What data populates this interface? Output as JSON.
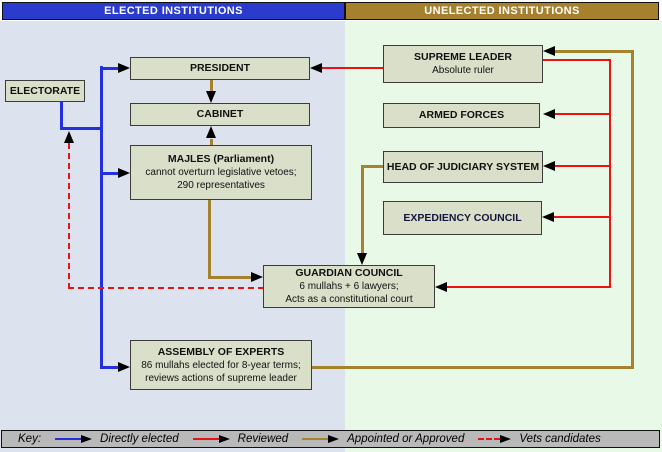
{
  "header": {
    "left": "ELECTED INSTITUTIONS",
    "right": "UNELECTED INSTITUTIONS"
  },
  "boxes": {
    "electorate": {
      "title": "ELECTORATE"
    },
    "president": {
      "title": "PRESIDENT"
    },
    "cabinet": {
      "title": "CABINET"
    },
    "majles": {
      "title": "MAJLES (Parliament)",
      "line1": "cannot overturn legislative vetoes;",
      "line2": "290 representatives"
    },
    "assembly": {
      "title": "ASSEMBLY OF EXPERTS",
      "line1": "86 mullahs elected for 8-year terms;",
      "line2": "reviews actions of supreme leader"
    },
    "guardian": {
      "title": "GUARDIAN COUNCIL",
      "line1": "6 mullahs + 6 lawyers;",
      "line2": "Acts as a constitutional court"
    },
    "supreme_leader": {
      "title": "SUPREME LEADER",
      "line1": "Absolute ruler"
    },
    "armed_forces": {
      "title": "ARMED FORCES"
    },
    "judiciary": {
      "title": "HEAD OF JUDICIARY SYSTEM"
    },
    "expediency": {
      "title": "EXPEDIENCY COUNCIL"
    }
  },
  "legend": {
    "key_label": "Key:",
    "items": [
      {
        "label": "Directly elected",
        "color": "#2330e0",
        "style": "solid"
      },
      {
        "label": "Reviewed",
        "color": "#ee1111",
        "style": "solid"
      },
      {
        "label": "Appointed or Approved",
        "color": "#a5822d",
        "style": "solid"
      },
      {
        "label": "Vets candidates",
        "color": "#ee1111",
        "style": "dashed"
      }
    ]
  },
  "colors": {
    "blue": "#2330e0",
    "red": "#ee1111",
    "brown": "#a5822d",
    "header-blue": "#2a3bcd",
    "header-gold": "#a5812d",
    "panel-left": "#dce3ef",
    "panel-right": "#e8f9e8",
    "box-fill": "#d9dfc9",
    "box-border": "#3c3c3c",
    "legend-bg": "#b9b9b9",
    "arrowhead": "#000000"
  }
}
